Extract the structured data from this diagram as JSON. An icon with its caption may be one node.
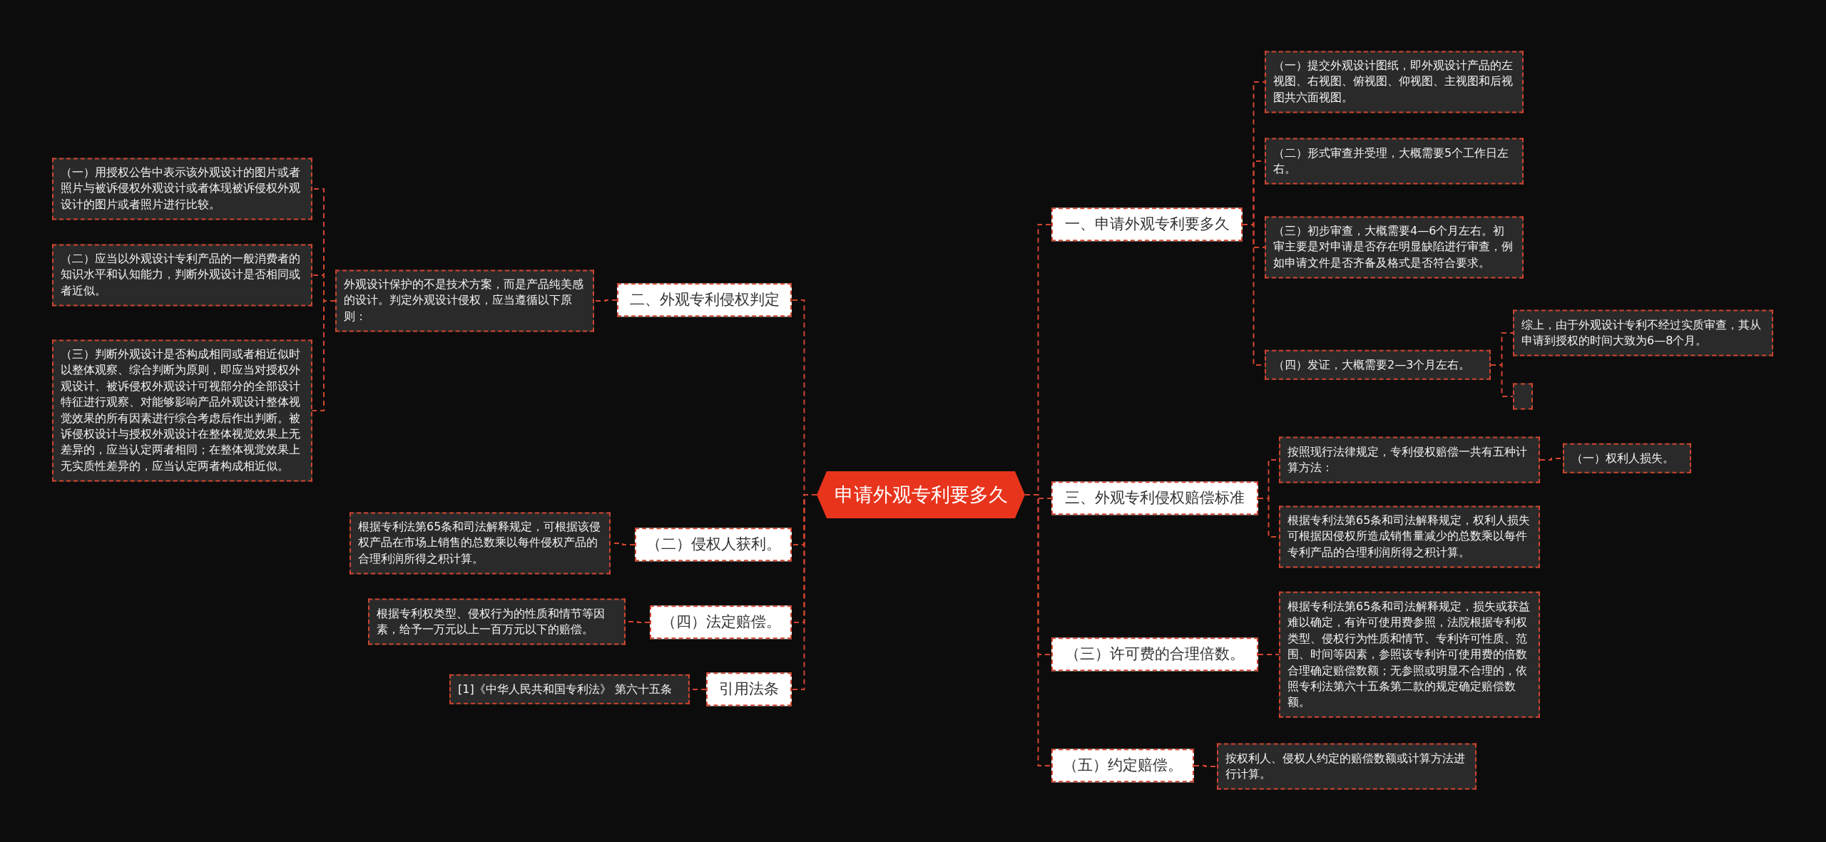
{
  "diagram": {
    "nodes": [
      {
        "text": [
          "申请外观专利要多久"
        ]
      },
      {
        "text": [
          "一、申请外观专利要多久"
        ]
      },
      {
        "text": [
          "（一）提交外观设计图纸，即外观设计产品的左视图、右视图、俯视图、仰视图、主视图和后视图共六面视图。"
        ]
      },
      {
        "text": [
          "（二）形式审查并受理，大概需要5个工作日左右。"
        ]
      },
      {
        "text": [
          "（三）初步审查，大概需要4—6个月左右。初审主要是对申请是否存在明显缺陷进行审查，例如申请文件是否齐备及格式是否符合要求。"
        ]
      },
      {
        "text": [
          "（四）发证，大概需要2—3个月左右。"
        ]
      },
      {
        "text": [
          "综上，由于外观设计专利不经过实质审查，其从申请到授权的时间大致为6—8个月。"
        ]
      },
      {
        "text": [],
        "shape": "box"
      },
      {
        "text": [
          "三、外观专利侵权赔偿标准"
        ]
      },
      {
        "text": [
          "按照现行法律规定，专利侵权赔偿一共有五种计算方法："
        ]
      },
      {
        "text": [
          "（一）权利人损失。"
        ]
      },
      {
        "text": [
          "根据专利法第65条和司法解释规定，权利人损失可根据因侵权所造成销售量减少的总数乘以每件专利产品的合理利润所得之积计算。"
        ]
      },
      {
        "text": [
          "（三）许可费的合理倍数。"
        ]
      },
      {
        "text": [
          "根据专利法第65条和司法解释规定，损失或获益难以确定，有许可使用费参照，法院根据专利权类型、侵权行为性质和情节、专利许可性质、范围、时间等因素，参照该专利许可使用费的倍数合理确定赔偿数额；无参照或明显不合理的，依照专利法第六十五条第二款的规定确定赔偿数额。"
        ]
      },
      {
        "text": [
          "（五）约定赔偿。"
        ]
      },
      {
        "text": [
          "按权利人、侵权人约定的赔偿数额或计算方法进行计算。"
        ]
      },
      {
        "text": [
          "二、外观专利侵权判定"
        ]
      },
      {
        "text": [
          "外观设计保护的不是技术方案，而是产品纯美感的设计。判定外观设计侵权，应当遵循以下原则："
        ]
      },
      {
        "text": [
          "（一）用授权公告中表示该外观设计的图片或者照片与被诉侵权外观设计或者体现被诉侵权外观设计的图片或者照片进行比较。"
        ]
      },
      {
        "text": [
          "（二）应当以外观设计专利产品的一般消费者的知识水平和认知能力，判断外观设计是否相同或者近似。"
        ]
      },
      {
        "text": [
          "（三）判断外观设计是否构成相同或者相近似时以整体观察、综合判断为原则，即应当对授权外观设计、被诉侵权外观设计可视部分的全部设计特征进行观察、对能够影响产品外观设计整体视觉效果的所有因素进行综合考虑后作出判断。被诉侵权设计与授权外观设计在整体视觉效果上无差异的，应当认定两者相同；在整体视觉效果上无实质性差异的，应当认定两者构成相近似。"
        ]
      },
      {
        "text": [
          "（二）侵权人获利。"
        ]
      },
      {
        "text": [
          "根据专利法第65条和司法解释规定，可根据该侵权产品在市场上销售的总数乘以每件侵权产品的合理利润所得之积计算。"
        ]
      },
      {
        "text": [
          "（四）法定赔偿。"
        ]
      },
      {
        "text": [
          "根据专利权类型、侵权行为的性质和情节等因素，给予一万元以上一百万元以下的赔偿。"
        ]
      },
      {
        "text": [
          "引用法条"
        ]
      },
      {
        "text": [
          "[1]《中华人民共和国专利法》 第六十五条"
        ]
      }
    ],
    "edges": [
      {
        "from": 0,
        "to": 1,
        "arrow": "none"
      },
      {
        "from": 1,
        "to": 2,
        "arrow": "none"
      },
      {
        "from": 1,
        "to": 3,
        "arrow": "none"
      },
      {
        "from": 1,
        "to": 4,
        "arrow": "none"
      },
      {
        "from": 1,
        "to": 5,
        "arrow": "none"
      },
      {
        "from": 5,
        "to": 6,
        "arrow": "none"
      },
      {
        "from": 5,
        "to": 7,
        "arrow": "none"
      },
      {
        "from": 0,
        "to": 8,
        "arrow": "none"
      },
      {
        "from": 8,
        "to": 9,
        "arrow": "none"
      },
      {
        "from": 9,
        "to": 10,
        "arrow": "none"
      },
      {
        "from": 8,
        "to": 11,
        "arrow": "none"
      },
      {
        "from": 0,
        "to": 12,
        "arrow": "none"
      },
      {
        "from": 12,
        "to": 13,
        "arrow": "none"
      },
      {
        "from": 0,
        "to": 14,
        "arrow": "none"
      },
      {
        "from": 14,
        "to": 15,
        "arrow": "none"
      },
      {
        "from": 0,
        "to": 16,
        "arrow": "none"
      },
      {
        "from": 16,
        "to": 17,
        "arrow": "none"
      },
      {
        "from": 17,
        "to": 18,
        "arrow": "none"
      },
      {
        "from": 17,
        "to": 19,
        "arrow": "none"
      },
      {
        "from": 17,
        "to": 20,
        "arrow": "none"
      },
      {
        "from": 0,
        "to": 21,
        "arrow": "none"
      },
      {
        "from": 21,
        "to": 22,
        "arrow": "none"
      },
      {
        "from": 0,
        "to": 23,
        "arrow": "none"
      },
      {
        "from": 23,
        "to": 24,
        "arrow": "none"
      },
      {
        "from": 0,
        "to": 25,
        "arrow": "none"
      },
      {
        "from": 25,
        "to": 26,
        "arrow": "none"
      }
    ]
  }
}
